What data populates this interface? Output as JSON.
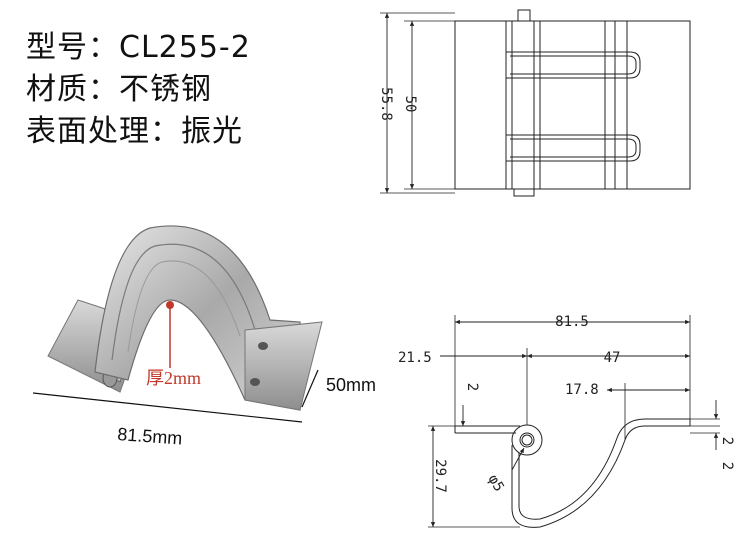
{
  "specs": {
    "model": "型号：CL255-2",
    "material": "材质：不锈钢",
    "finish": "表面处理：振光"
  },
  "photo": {
    "thickness_label": "厚2mm",
    "length_label": "81.5mm",
    "width_label": "50mm"
  },
  "top_view": {
    "overall_height": "55.8",
    "leaf_height": "50"
  },
  "side_view": {
    "overall_length": "81.5",
    "left_offset": "21.5",
    "right_span": "47",
    "foot_length": "17.8",
    "left_thickness": "2",
    "right_thickness_top": "2",
    "right_thickness_bottom": "2",
    "height": "29.7",
    "pin_diameter": "φ5"
  },
  "colors": {
    "thickness_accent": "#c0392b",
    "line": "#222222"
  }
}
